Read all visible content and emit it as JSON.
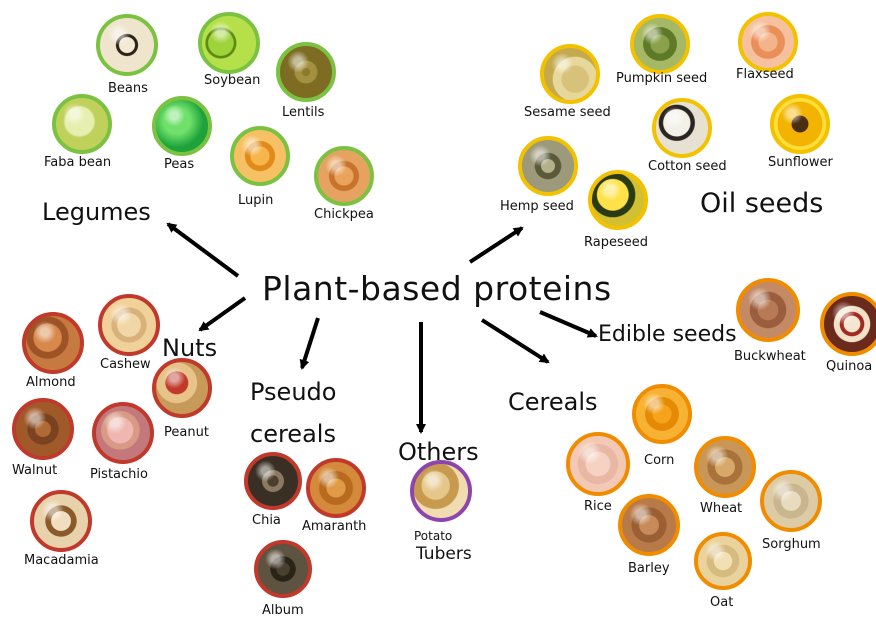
{
  "title": "Plant-based proteins",
  "categories": {
    "legumes": "Legumes",
    "oil_seeds": "Oil seeds",
    "nuts": "Nuts",
    "pseudo_cereals_line1": "Pseudo",
    "pseudo_cereals_line2": "cereals",
    "others": "Others",
    "cereals": "Cereals",
    "edible_seeds": "Edible seeds"
  },
  "items": {
    "beans": "Beans",
    "soybean": "Soybean",
    "lentils": "Lentils",
    "faba_bean": "Faba bean",
    "peas": "Peas",
    "lupin": "Lupin",
    "chickpea": "Chickpea",
    "pumpkin_seed": "Pumpkin seed",
    "flaxseed": "Flaxseed",
    "sesame_seed": "Sesame seed",
    "cotton_seed": "Cotton seed",
    "sunflower": "Sunflower",
    "hemp_seed": "Hemp seed",
    "rapeseed": "Rapeseed",
    "buckwheat": "Buckwheat",
    "quinoa": "Quinoa",
    "almond": "Almond",
    "cashew": "Cashew",
    "peanut": "Peanut",
    "walnut": "Walnut",
    "pistachio": "Pistachio",
    "macadamia": "Macadamia",
    "chia": "Chia",
    "amaranth": "Amaranth",
    "album": "Album",
    "potato": "Potato",
    "tubers": "Tubers",
    "rice": "Rice",
    "corn": "Corn",
    "wheat": "Wheat",
    "sorghum": "Sorghum",
    "barley": "Barley",
    "oat": "Oat"
  },
  "colors": {
    "arrow": "#000000",
    "ring_green": "#7cc242",
    "ring_yellow": "#f2c200",
    "ring_red": "#c0392b",
    "ring_purple": "#8e44ad",
    "ring_orange": "#f08c00"
  }
}
